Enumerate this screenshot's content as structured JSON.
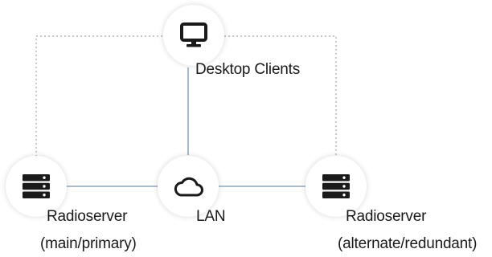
{
  "diagram": {
    "colors": {
      "solid_link": "#8ea9c4",
      "dotted_link": "#b4b4b4",
      "icon": "#1a1a1a",
      "label": "#1a1a1a"
    },
    "nodes": {
      "desktop": {
        "icon": "monitor-icon",
        "label": "Desktop Clients"
      },
      "lan": {
        "icon": "cloud-icon",
        "label": "LAN"
      },
      "main_server": {
        "icon": "server-icon",
        "label_line1": "Radioserver",
        "label_line2": "(main/primary)"
      },
      "alt_server": {
        "icon": "server-icon",
        "label_line1": "Radioserver",
        "label_line2": "(alternate/redundant)"
      }
    },
    "links": [
      {
        "from": "desktop",
        "to": "lan",
        "style": "solid"
      },
      {
        "from": "main_server",
        "to": "lan",
        "style": "solid"
      },
      {
        "from": "lan",
        "to": "alt_server",
        "style": "solid"
      },
      {
        "from": "main_server",
        "to": "desktop",
        "style": "dotted"
      },
      {
        "from": "desktop",
        "to": "alt_server",
        "style": "dotted"
      }
    ]
  }
}
